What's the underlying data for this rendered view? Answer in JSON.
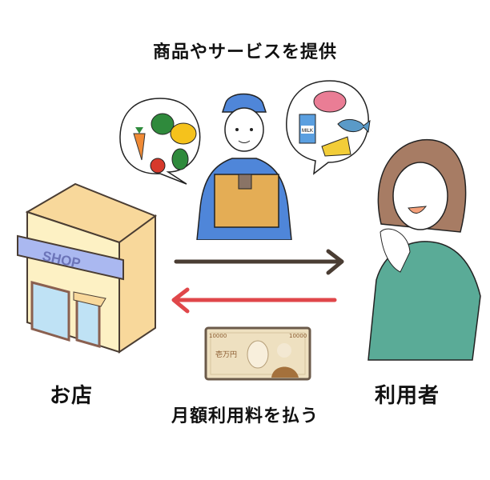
{
  "title": "商品やサービスを提供",
  "nodes": {
    "shop": {
      "label": "お店",
      "sign_text": "SHOP"
    },
    "user": {
      "label": "利用者"
    },
    "courier": {
      "role": "delivery-person-with-box"
    }
  },
  "flows": [
    {
      "from": "shop",
      "to": "user",
      "label": "商品やサービスを提供",
      "color": "#4a3d33"
    },
    {
      "from": "user",
      "to": "shop",
      "label": "月額利用料を払う",
      "color": "#e0474a"
    }
  ],
  "payment_label": "月額利用料を払う",
  "banknote": {
    "denomination": "10000",
    "text": "壱万円"
  },
  "bubbles": {
    "left": [
      "carrot",
      "green-pepper",
      "pumpkin",
      "tomato",
      "bell-pepper"
    ],
    "right": [
      "meat",
      "milk",
      "fish",
      "cheese"
    ],
    "milk_text": "MILK"
  },
  "colors": {
    "arrow_forward": "#4a3d33",
    "arrow_back": "#e0474a",
    "shop_wall": "#fbeec0",
    "shop_sign": "#aab8f0",
    "shirt": "#5aab97",
    "uniform": "#4f86d9"
  }
}
